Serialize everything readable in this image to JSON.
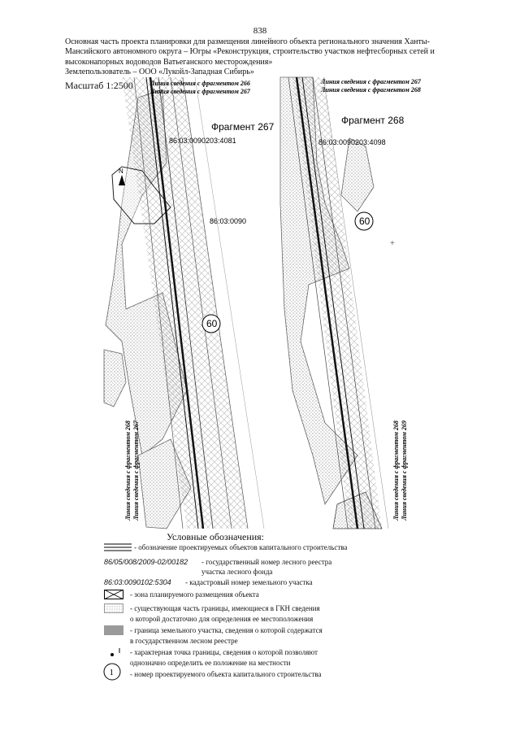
{
  "page_number": "838",
  "header": {
    "line1": "Основная часть проекта планировки для размещения линейного объекта регионального значения Ханты-",
    "line2": "Мансийского автономного округа – Югры «Реконструкция, строительство участков нефтесборных сетей и",
    "line3": "высоконапорных водоводов Ватьеганского месторождения»",
    "line4": "Землепользователь – ООО «Лукойл-Западная Сибирь»"
  },
  "scale_label": "Масштаб 1:2500",
  "map": {
    "fragment_left": {
      "title": "Фрагмент 267",
      "cadastral_top": "86:03:0090203:4081",
      "cadastral_mid": "86:03:0090",
      "object_number": "60",
      "note_top_1": "Линия сведения с фрагментом 266",
      "note_top_2": "Линия сведения с фрагментом 267",
      "note_side_1": "Линия сведения с фрагментом 268",
      "note_side_2": "Линия сведения с фрагментом 267"
    },
    "fragment_right": {
      "title": "Фрагмент 268",
      "cadastral_top": "86:03:0090203:4098",
      "object_number": "60",
      "note_top_1": "Линия сведения с фрагментом 267",
      "note_top_2": "Линия сведения с фрагментом 268",
      "note_side_1": "Линия сведения с фрагментом 268",
      "note_side_2": "Линия сведения с фрагментом 269"
    },
    "north_label": "N"
  },
  "legend": {
    "title": "Условные обозначения:",
    "items": [
      {
        "text": "- обозначение проектируемых объектов капитального строительства"
      },
      {
        "code": "86/05/008/2009-02/00182",
        "text": "- государственный номер лесного реестра",
        "text2": "участка лесного фонда"
      },
      {
        "code": "86:03:0090102:5304",
        "text": "- кадастровый номер земельного участка"
      },
      {
        "text": "- зона планируемого размещения объекта"
      },
      {
        "text": "- существующая часть границы, имеющиеся в ГКН сведения",
        "text2": "о которой достаточно для определения ее местоположения"
      },
      {
        "text": "- граница земельного участка, сведения о которой содержатся",
        "text2": "в государственном лесном реестре"
      },
      {
        "text": "- характерная точка границы, сведения о которой позволяют",
        "text2": "однозначно определить ее положение на местности"
      },
      {
        "sample": "1",
        "text": "- номер проектируемого объекта капитального строительства"
      }
    ]
  }
}
